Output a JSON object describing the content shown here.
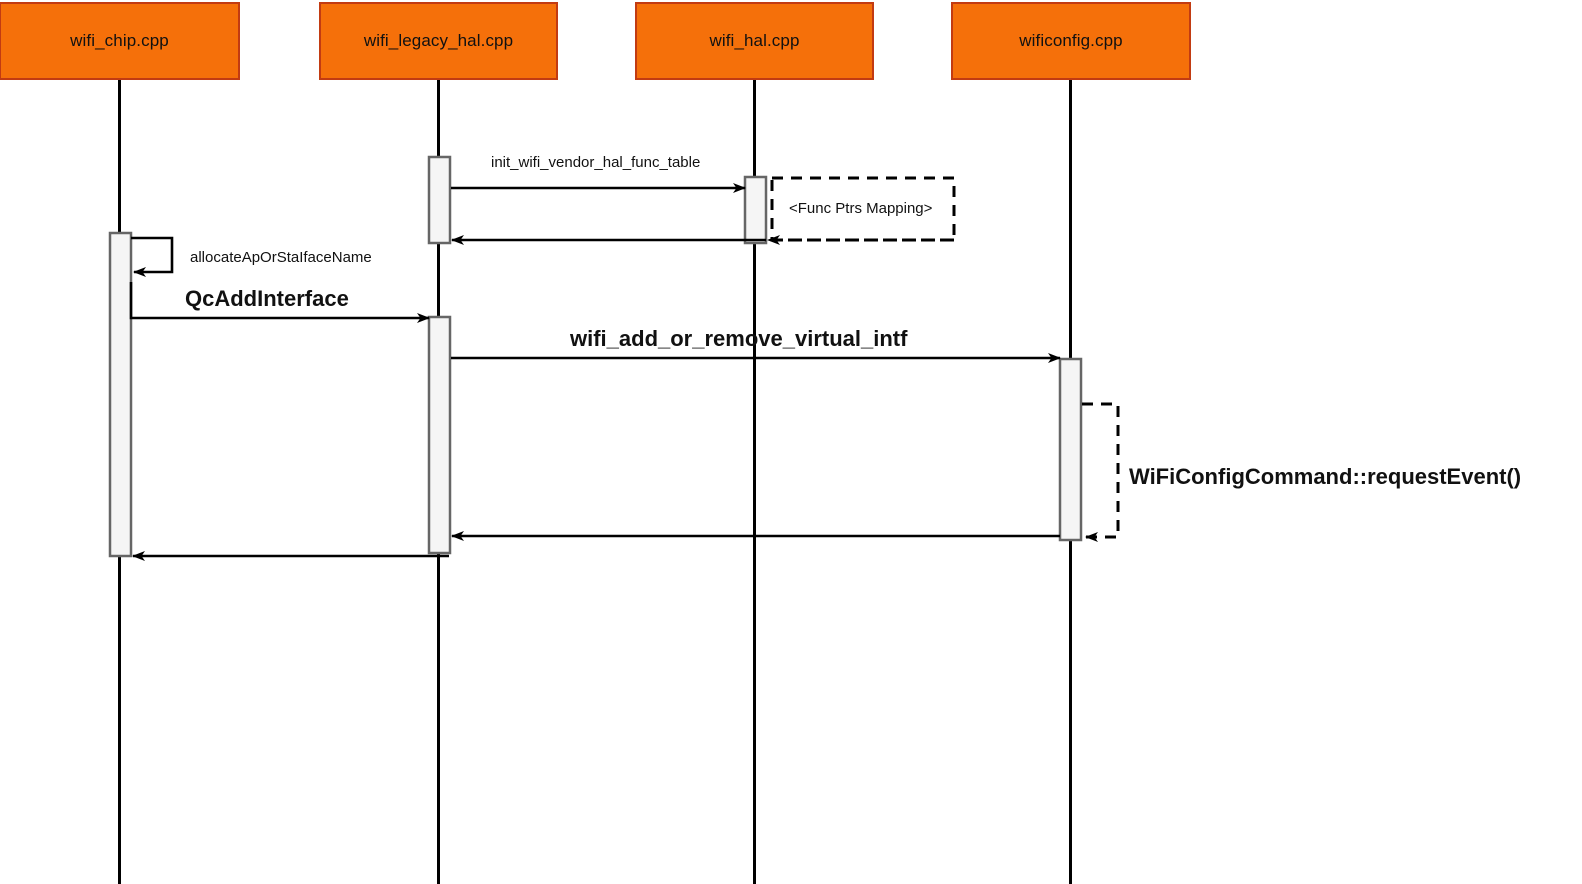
{
  "diagram": {
    "kind": "uml-sequence-diagram",
    "background_color": "#ffffff",
    "participant_fill": "#f5700a",
    "participant_border": "#c23b12",
    "activation_fill": "#f5f5f5",
    "activation_border": "#666666",
    "line_color": "#000000"
  },
  "participants": [
    {
      "id": "wifi-chip",
      "label": "wifi_chip.cpp"
    },
    {
      "id": "wifi-legacy-hal",
      "label": "wifi_legacy_hal.cpp"
    },
    {
      "id": "wifi-hal",
      "label": "wifi_hal.cpp"
    },
    {
      "id": "wificonfig",
      "label": "wificonfig.cpp"
    }
  ],
  "messages": [
    {
      "id": "init-wifi-vendor-hal-func-table",
      "label": "init_wifi_vendor_hal_func_table",
      "from": "wifi_legacy_hal.cpp",
      "to": "wifi_hal.cpp",
      "style": "solid",
      "emphasis": "normal",
      "direction": "forward"
    },
    {
      "id": "init-wifi-vendor-hal-func-table-return",
      "label": "",
      "from": "wifi_hal.cpp",
      "to": "wifi_legacy_hal.cpp",
      "style": "solid",
      "emphasis": "normal",
      "direction": "return"
    },
    {
      "id": "allocate-ap-or-sta-iface-name",
      "label": "allocateApOrStaIfaceName",
      "from": "wifi_chip.cpp",
      "to": "wifi_chip.cpp",
      "style": "solid",
      "emphasis": "normal",
      "direction": "self"
    },
    {
      "id": "qc-add-interface",
      "label": "QcAddInterface",
      "from": "wifi_chip.cpp",
      "to": "wifi_legacy_hal.cpp",
      "style": "solid",
      "emphasis": "bold",
      "direction": "forward"
    },
    {
      "id": "wifi-add-or-remove-virtual-intf",
      "label": "wifi_add_or_remove_virtual_intf",
      "from": "wifi_legacy_hal.cpp",
      "to": "wificonfig.cpp",
      "style": "solid",
      "emphasis": "bold",
      "direction": "forward"
    },
    {
      "id": "wificonfig-command-request-event",
      "label": "WiFiConfigCommand::requestEvent()",
      "from": "wificonfig.cpp",
      "to": "wificonfig.cpp",
      "style": "dashed",
      "emphasis": "bold",
      "direction": "self"
    },
    {
      "id": "wifi-add-or-remove-virtual-intf-return",
      "label": "",
      "from": "wificonfig.cpp",
      "to": "wifi_legacy_hal.cpp",
      "style": "solid",
      "emphasis": "normal",
      "direction": "return"
    },
    {
      "id": "qc-add-interface-return",
      "label": "",
      "from": "wifi_legacy_hal.cpp",
      "to": "wifi_chip.cpp",
      "style": "solid",
      "emphasis": "normal",
      "direction": "return"
    }
  ],
  "notes": [
    {
      "id": "func-ptrs-mapping-note",
      "label": "<Func Ptrs Mapping>",
      "attached_to": "wifi_hal.cpp",
      "style": "dashed"
    }
  ]
}
